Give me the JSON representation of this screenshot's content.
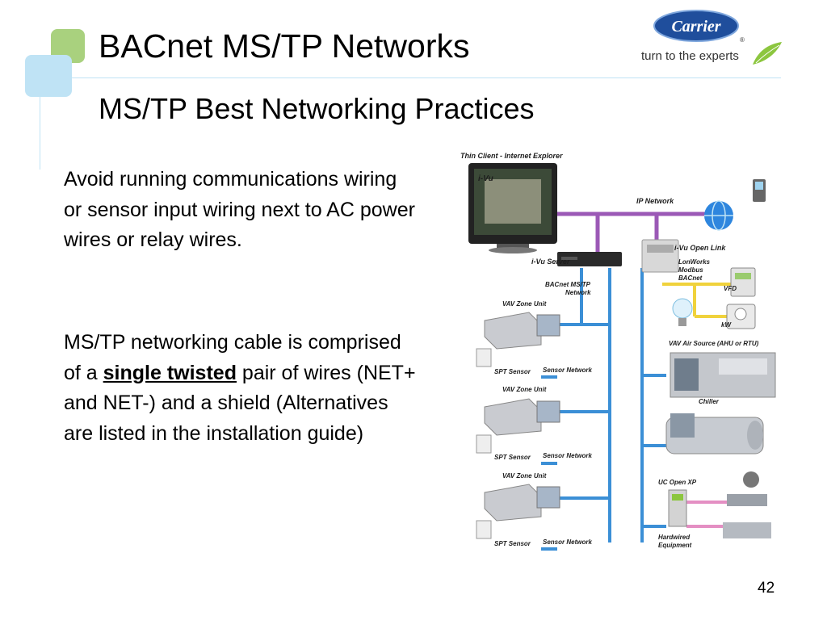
{
  "slide": {
    "title": "BACnet MS/TP Networks",
    "subtitle": "MS/TP Best Networking Practices",
    "page_number": "42"
  },
  "logo": {
    "brand": "Carrier",
    "registered": "®",
    "tagline": "turn to the experts"
  },
  "body": {
    "paragraph1": "Avoid running communications wiring or sensor input wiring next to AC power wires or relay wires.",
    "paragraph2_before": "MS/TP networking cable is comprised of a ",
    "paragraph2_emphasis": "single twisted",
    "paragraph2_after": " pair of wires (NET+ and NET-) and a shield (Alternatives are listed in the installation guide)"
  },
  "diagram": {
    "thin_client": "Thin Client - Internet Explorer",
    "screen_logo": "i-Vu",
    "ip_network": "IP Network",
    "ivu_server": "i-Vu Server",
    "ivu_open_link": "i-Vu Open Link",
    "protocols": [
      "LonWorks",
      "Modbus",
      "BACnet"
    ],
    "vfd": "VFD",
    "kw": "kW",
    "bacnet_mstp_line1": "BACnet MS/TP",
    "bacnet_mstp_line2": "Network",
    "vav_zone_unit": "VAV Zone Unit",
    "spt_sensor": "SPT Sensor",
    "sensor_network": "Sensor Network",
    "vav_air_source": "VAV Air Source (AHU or RTU)",
    "chiller": "Chiller",
    "uc_open_xp": "UC Open XP",
    "hardwired_line1": "Hardwired",
    "hardwired_line2": "Equipment"
  },
  "colors": {
    "accent_green": "#a9d17e",
    "accent_blue": "#bfe3f5",
    "ip_network_line": "#9b59b6",
    "mstp_line": "#3b8fd6",
    "protocol_line": "#f0d23c",
    "hardwired_line": "#e48fc3",
    "logo_blue": "#1f4e9c"
  }
}
